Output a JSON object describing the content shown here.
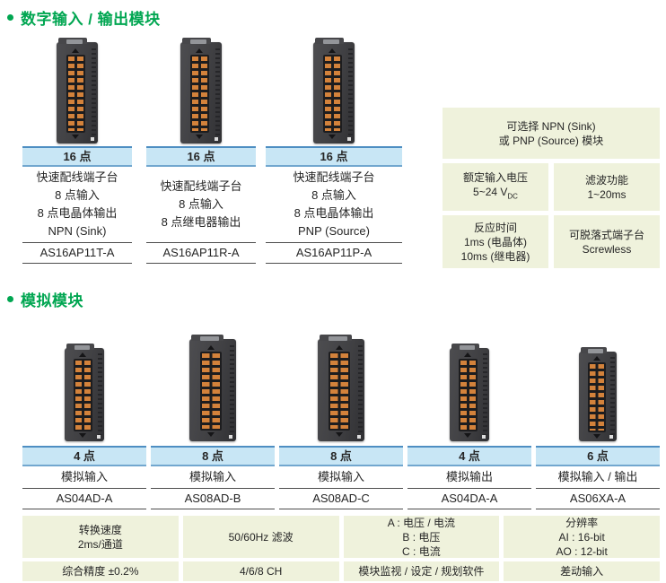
{
  "colors": {
    "accent_green": "#00A651",
    "header_blue_fill": "#C8E6F5",
    "header_blue_border": "#4E8EC2",
    "feature_cell_green": "#EFF2DC",
    "terminal_orange": "#D3823B"
  },
  "digital": {
    "heading": "数字输入 / 输出模块",
    "products": [
      {
        "points": "16 点",
        "l1": "快速配线端子台",
        "l2": "8 点输入",
        "l3": "8 点电晶体输出",
        "l4": "NPN (Sink)",
        "model": "AS16AP11T-A"
      },
      {
        "points": "16 点",
        "l1": "快速配线端子台",
        "l2": "8 点输入",
        "l3": "8 点继电器输出",
        "model": "AS16AP11R-A"
      },
      {
        "points": "16 点",
        "l1": "快速配线端子台",
        "l2": "8 点输入",
        "l3": "8 点电晶体输出",
        "l4": "PNP (Source)",
        "model": "AS16AP11P-A"
      }
    ],
    "features": {
      "selectable_l1": "可选择 NPN (Sink)",
      "selectable_l2": "或 PNP (Source) 模块",
      "voltage_label": "额定输入电压",
      "voltage_value": "5~24 V",
      "voltage_sub": "DC",
      "filter_label": "滤波功能",
      "filter_value": "1~20ms",
      "response_label": "反应时间",
      "response_l2": "1ms (电晶体)",
      "response_l3": "10ms (继电器)",
      "terminal_l1": "可脱落式端子台",
      "terminal_l2": "Screwless"
    }
  },
  "analog": {
    "heading": "模拟模块",
    "products": [
      {
        "points": "4 点",
        "desc": "模拟输入",
        "model": "AS04AD-A"
      },
      {
        "points": "8 点",
        "desc": "模拟输入",
        "model": "AS08AD-B"
      },
      {
        "points": "8 点",
        "desc": "模拟输入",
        "model": "AS08AD-C"
      },
      {
        "points": "4 点",
        "desc": "模拟输出",
        "model": "AS04DA-A"
      },
      {
        "points": "6 点",
        "desc": "模拟输入 / 输出",
        "model": "AS06XA-A"
      }
    ],
    "specs": {
      "conversion_l1": "转换速度",
      "conversion_l2": "2ms/通道",
      "filtering": "50/60Hz 滤波",
      "types_l1": "A : 电压 / 电流",
      "types_l2": "B : 电压",
      "types_l3": "C : 电流",
      "resolution_l1": "分辨率",
      "resolution_l2": "AI : 16-bit",
      "resolution_l3": "AO : 12-bit",
      "accuracy": "综合精度 ±0.2%",
      "channels": "4/6/8 CH",
      "software": "模块监视 / 设定 / 规划软件",
      "differential": "差动输入"
    }
  }
}
